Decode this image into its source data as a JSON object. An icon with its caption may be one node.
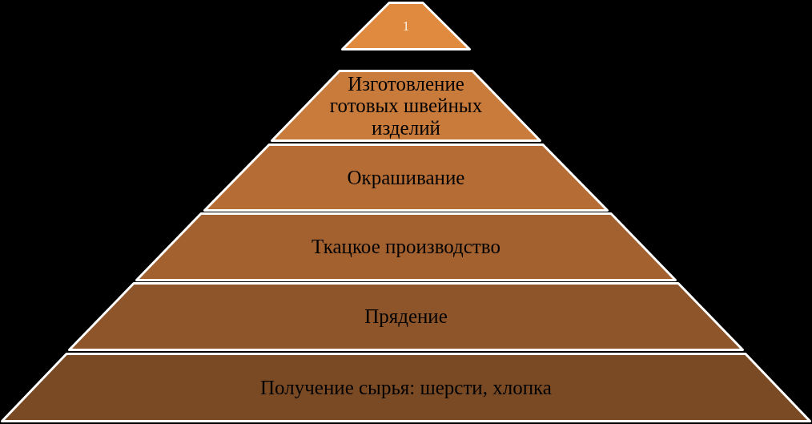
{
  "diagram": {
    "nodes": [
      {
        "text": [
          "1"
        ]
      },
      {
        "text": [
          "Изготовление готовых швейных изделий"
        ]
      },
      {
        "text": [
          "Окрашивание"
        ]
      },
      {
        "text": [
          "Ткацкое производство"
        ]
      },
      {
        "text": [
          "Прядение"
        ]
      },
      {
        "text": [
          "Получение сырья: шерсти, хлопка"
        ]
      }
    ]
  }
}
